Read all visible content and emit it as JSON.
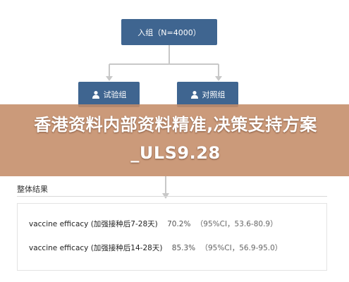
{
  "flowchart": {
    "top_node": "入组（N=4000）",
    "left_node": "试验组",
    "right_node": "对照组"
  },
  "banner": {
    "text": "香港资料内部资料精准,决策支持方案_ULS9.28"
  },
  "results": {
    "title": "整体结果",
    "rows": [
      {
        "label": "vaccine efficacy (加强接种后7-28天)",
        "value": "70.2%",
        "ci": "（95%CI，53.6-80.9）"
      },
      {
        "label": "vaccine efficacy (加强接种后14-28天)",
        "value": "85.3%",
        "ci": "（95%CI，56.9-95.0）"
      }
    ]
  },
  "colors": {
    "node_fill": "#3f6590",
    "connector": "#c8c8c8",
    "banner_overlay": "#c48c68"
  }
}
